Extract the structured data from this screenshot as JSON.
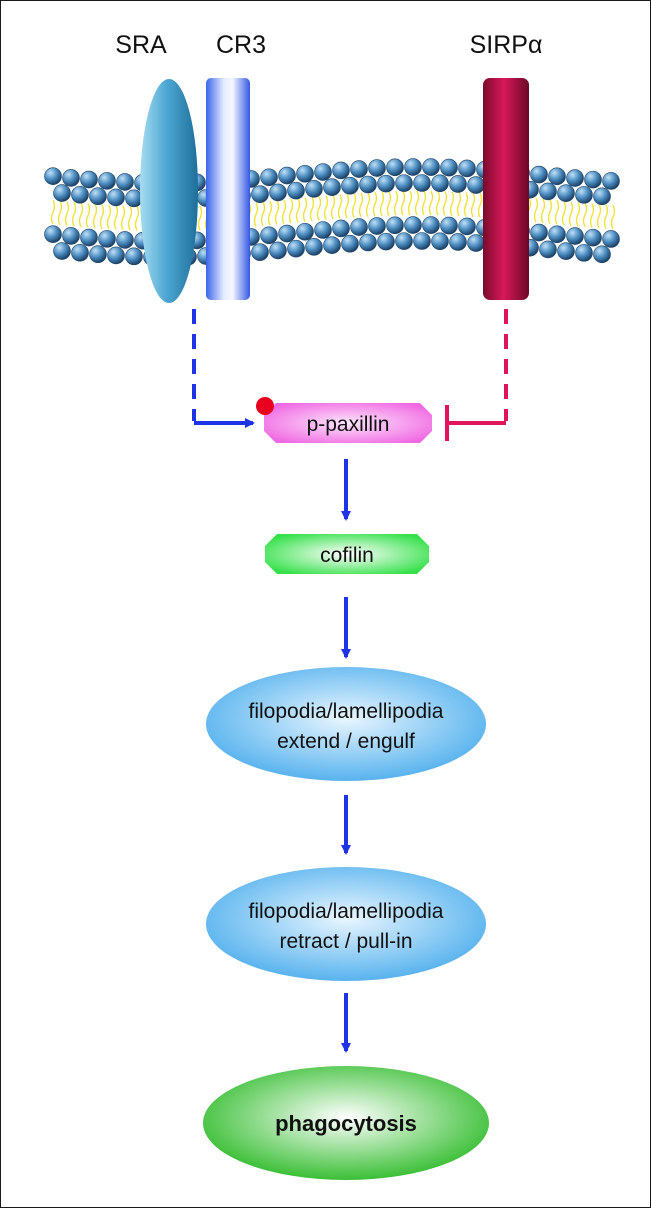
{
  "receptors": [
    {
      "id": "sra",
      "label": "SRA",
      "color": "#3a97c4"
    },
    {
      "id": "cr3",
      "label": "CR3",
      "color": "#3d5fe6"
    },
    {
      "id": "sirpa",
      "label": "SIRPα",
      "color": "#c0104a"
    }
  ],
  "nodes": {
    "p_paxillin": {
      "label": "p-paxillin",
      "color": "#f26fe6",
      "phospho_color": "#e8001e"
    },
    "cofilin": {
      "label": "cofilin",
      "color": "#3be24e"
    },
    "extend": {
      "line1": "filopodia/lamellipodia",
      "line2": "extend / engulf",
      "color": "#5ab4ee"
    },
    "retract": {
      "line1": "filopodia/lamellipodia",
      "line2": "retract / pull-in",
      "color": "#5ab4ee"
    },
    "phagocytosis": {
      "label": "phagocytosis",
      "color": "#3fbf3a"
    }
  },
  "edges": [
    {
      "from": "sra_cr3",
      "to": "p_paxillin",
      "kind": "activation",
      "style": "dashed",
      "color": "#1e32e6"
    },
    {
      "from": "sirpa",
      "to": "p_paxillin",
      "kind": "inhibition",
      "style": "dashed",
      "color": "#e0145a"
    },
    {
      "from": "p_paxillin",
      "to": "cofilin",
      "kind": "activation",
      "style": "solid",
      "color": "#1e32e6"
    },
    {
      "from": "cofilin",
      "to": "extend",
      "kind": "activation",
      "style": "solid",
      "color": "#1e32e6"
    },
    {
      "from": "extend",
      "to": "retract",
      "kind": "activation",
      "style": "solid",
      "color": "#1e32e6"
    },
    {
      "from": "retract",
      "to": "phagocytosis",
      "kind": "activation",
      "style": "solid",
      "color": "#1e32e6"
    }
  ],
  "membrane": {
    "head_color": "#3f7fb3",
    "tail_color": "#f0e23a"
  }
}
